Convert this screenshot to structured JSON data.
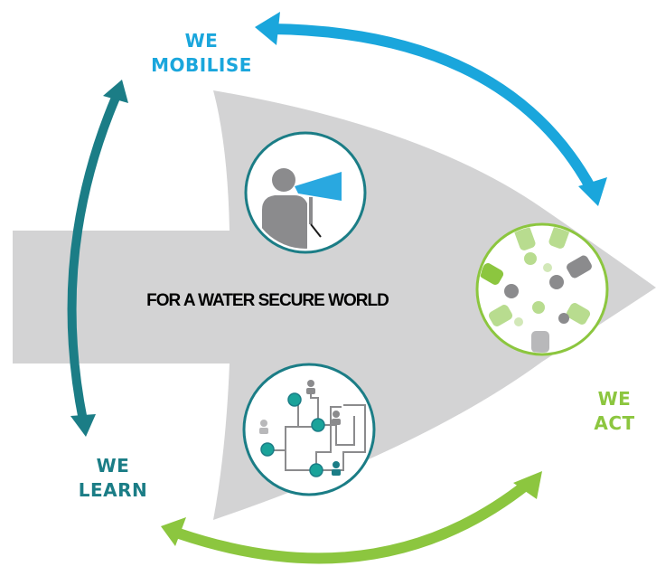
{
  "tagline": "FOR A WATER SECURE WORLD",
  "stages": {
    "mobilise": {
      "line1": "WE",
      "line2": "MOBILISE"
    },
    "act": {
      "line1": "WE",
      "line2": "ACT"
    },
    "learn": {
      "line1": "WE",
      "line2": "LEARN"
    }
  },
  "colors": {
    "mobilise": "#1aa6dc",
    "act": "#8cc63f",
    "learn": "#1b7d86",
    "shape": "#d3d3d4",
    "figure": "#8b8b8d"
  },
  "icons": {
    "mobilise": "megaphone-person-icon",
    "act": "people-circle-icon",
    "learn": "network-icon"
  }
}
